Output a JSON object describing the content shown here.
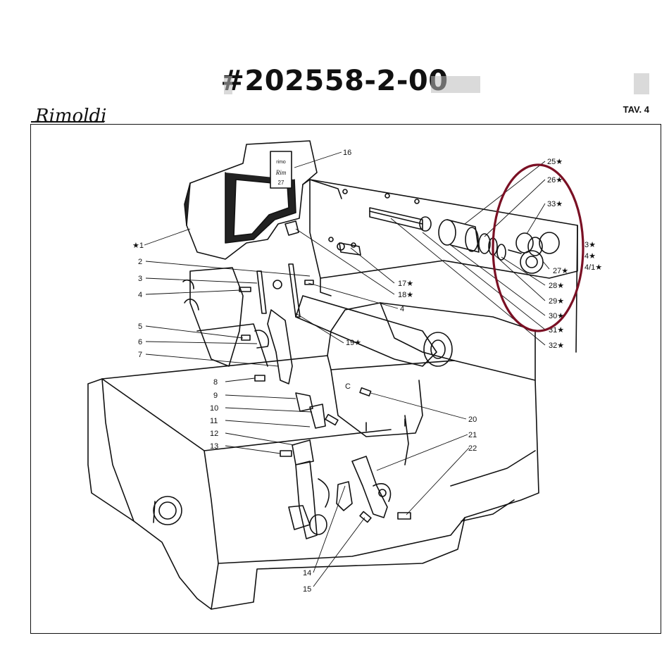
{
  "header": {
    "title": "#202558-2-00",
    "brand": "Rimoldi",
    "sheet": "TAV. 4"
  },
  "badge": {
    "top": "rimo",
    "middle": "Rim",
    "bottom": "27"
  },
  "callouts": [
    {
      "id": "c16",
      "label": "16"
    },
    {
      "id": "c1",
      "label": "★1"
    },
    {
      "id": "c2",
      "label": "2"
    },
    {
      "id": "c3",
      "label": "3"
    },
    {
      "id": "c4a",
      "label": "4"
    },
    {
      "id": "c4b",
      "label": "4"
    },
    {
      "id": "c5",
      "label": "5"
    },
    {
      "id": "c6",
      "label": "6"
    },
    {
      "id": "c7",
      "label": "7"
    },
    {
      "id": "c8",
      "label": "8"
    },
    {
      "id": "c9",
      "label": "9"
    },
    {
      "id": "c10",
      "label": "10"
    },
    {
      "id": "c11",
      "label": "11"
    },
    {
      "id": "c12",
      "label": "12"
    },
    {
      "id": "c13",
      "label": "13"
    },
    {
      "id": "c14",
      "label": "14"
    },
    {
      "id": "c15",
      "label": "15"
    },
    {
      "id": "c17",
      "label": "17★"
    },
    {
      "id": "c18",
      "label": "18★"
    },
    {
      "id": "c19",
      "label": "19★"
    },
    {
      "id": "c20",
      "label": "20"
    },
    {
      "id": "c21",
      "label": "21"
    },
    {
      "id": "c22",
      "label": "22"
    },
    {
      "id": "c25",
      "label": "25★"
    },
    {
      "id": "c26",
      "label": "26★"
    },
    {
      "id": "c33",
      "label": "33★"
    },
    {
      "id": "c27",
      "label": "27★"
    },
    {
      "id": "c28",
      "label": "28★"
    },
    {
      "id": "c29",
      "label": "29★"
    },
    {
      "id": "c30",
      "label": "30★"
    },
    {
      "id": "c31",
      "label": "31★"
    },
    {
      "id": "c32",
      "label": "32★"
    },
    {
      "id": "c23",
      "label": "3★"
    },
    {
      "id": "c24",
      "label": "4★"
    },
    {
      "id": "c241",
      "label": "4/1★"
    },
    {
      "id": "cC",
      "label": "C"
    }
  ],
  "highlight": {
    "color": "#7a1024",
    "note": "circled parts 25–33"
  }
}
